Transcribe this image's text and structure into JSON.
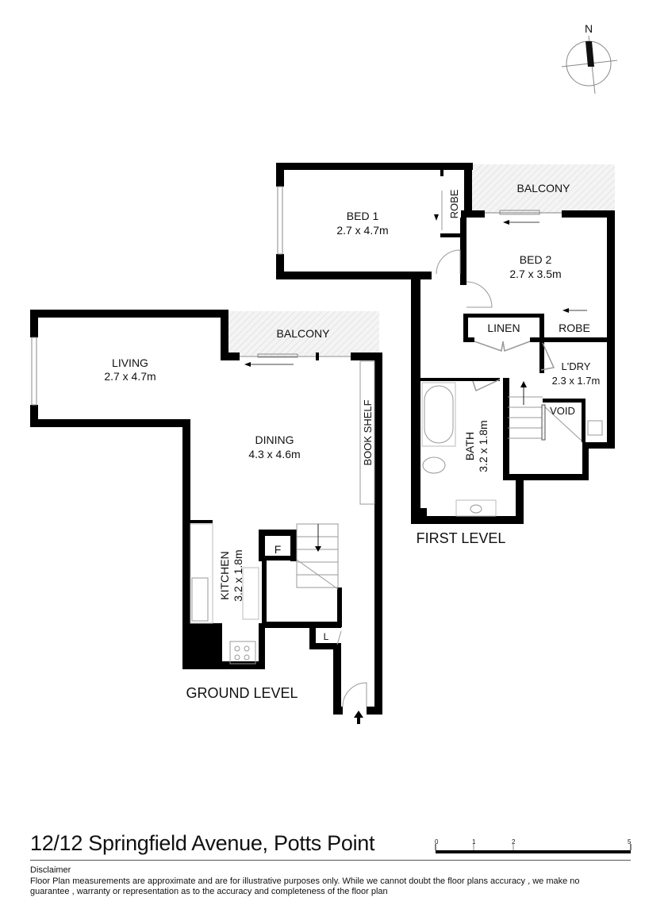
{
  "compass": {
    "label": "N"
  },
  "ground_level": {
    "title": "GROUND LEVEL",
    "rooms": [
      {
        "name": "LIVING",
        "size": "2.7 x 4.7m"
      },
      {
        "name": "DINING",
        "size": "4.3 x 4.6m"
      },
      {
        "name": "KITCHEN",
        "size": "3.2 x 1.8m"
      },
      {
        "name": "BALCONY"
      },
      {
        "name": "BOOK SHELF"
      },
      {
        "name": "F"
      },
      {
        "name": "L"
      }
    ]
  },
  "first_level": {
    "title": "FIRST LEVEL",
    "rooms": [
      {
        "name": "BED 1",
        "size": "2.7 x 4.7m"
      },
      {
        "name": "BED 2",
        "size": "2.7 x 3.5m"
      },
      {
        "name": "BATH",
        "size": "3.2 x 1.8m"
      },
      {
        "name": "L'DRY",
        "size": "2.3 x 1.7m"
      },
      {
        "name": "BALCONY"
      },
      {
        "name": "ROBE"
      },
      {
        "name": "ROBE"
      },
      {
        "name": "LINEN"
      },
      {
        "name": "VOID"
      }
    ]
  },
  "address": "12/12 Springfield Avenue, Potts Point",
  "scale_bar": {
    "ticks": [
      "0",
      "1",
      "2",
      "5"
    ]
  },
  "disclaimer": {
    "heading": "Disclaimer",
    "text": "Floor Plan measurements are approximate and are for illustrative purposes only. While we cannot doubt the floor plans accuracy , we make no guarantee , warranty or representation as to the accuracy and completeness of the floor plan"
  }
}
